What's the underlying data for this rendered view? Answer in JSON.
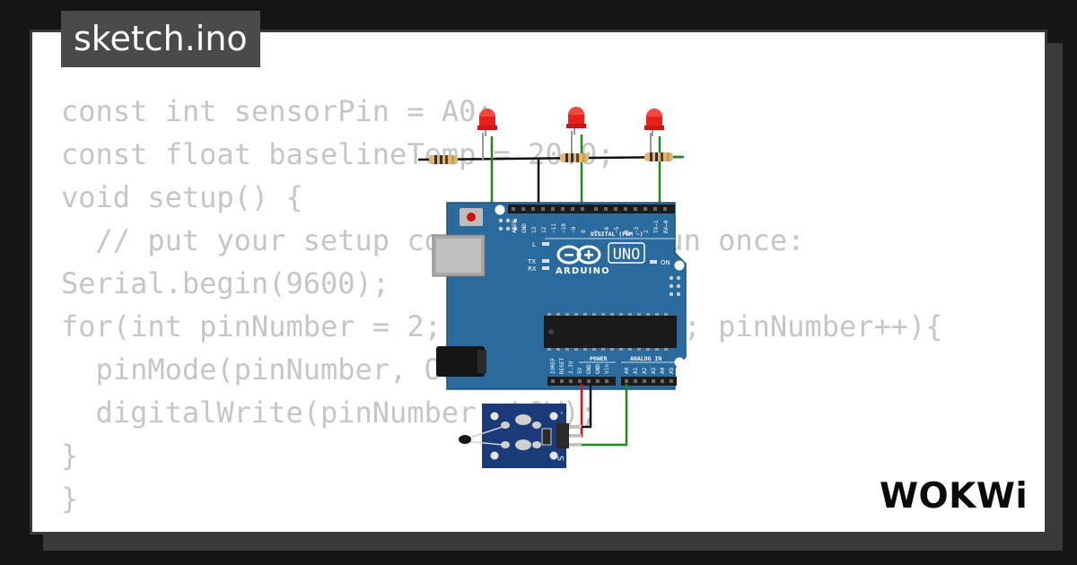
{
  "file_tab": {
    "name": "sketch.ino"
  },
  "code_lines": [
    "const int sensorPin = A0;",
    "const float baselineTemp = 20.0;",
    "void setup() {",
    "  // put your setup code here, to run once:",
    "Serial.begin(9600);",
    "for(int pinNumber = 2; pinNumber < 5; pinNumber++){",
    "  pinMode(pinNumber, OUTPUT);",
    "  digitalWrite(pinNumber, LOW);",
    "}",
    "}"
  ],
  "board": {
    "name": "UNO",
    "brand": "ARDUINO",
    "digital_label": "DIGITAL (PWM ~)",
    "power_label": "POWER",
    "analog_label": "ANALOG IN",
    "on_label": "ON",
    "led_labels": {
      "l": "L",
      "tx": "TX",
      "rx": "RX"
    },
    "digital_pins": [
      "AREF",
      "GND",
      "13",
      "12",
      "~11",
      "~10",
      "~9",
      "8",
      "7",
      "~6",
      "~5",
      "4",
      "~3",
      "2",
      "TX→1",
      "RX←0"
    ],
    "power_pins": [
      "IOREF",
      "RESET",
      "3.3V",
      "5V",
      "GND",
      "GND",
      "Vin"
    ],
    "analog_pins": [
      "A0",
      "A1",
      "A2",
      "A3",
      "A4",
      "A5"
    ]
  },
  "sensor_module": {
    "pin_label": "S",
    "pin_dash": "-"
  },
  "brand_logo": {
    "text": "WOKWi"
  },
  "colors": {
    "background": "#141414",
    "card": "#ffffff",
    "tab": "#4a4a4a",
    "code_text": "#c6c6c6",
    "board": "#2b6a9c",
    "sensor_board": "#1b3a78",
    "wire_green": "#1e8a1e",
    "wire_black": "#111111",
    "wire_red": "#e01010",
    "led": "#e8201a"
  }
}
